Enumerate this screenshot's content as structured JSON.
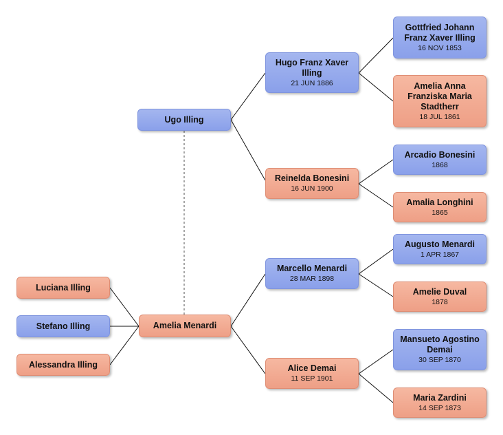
{
  "colors": {
    "male": "#8fa3ea",
    "female": "#f0a78f",
    "line": "#111111",
    "spouse_line": "#777777"
  },
  "people": {
    "ugo": {
      "name": "Ugo Illing",
      "sex": "male"
    },
    "amelia_m": {
      "name": "Amelia Menardi",
      "sex": "female"
    },
    "hugo": {
      "name": "Hugo Franz Xaver Illing",
      "date": "21 JUN 1886",
      "sex": "male"
    },
    "reinelda": {
      "name": "Reinelda Bonesini",
      "date": "16 JUN 1900",
      "sex": "female"
    },
    "marcello": {
      "name": "Marcello Menardi",
      "date": "28 MAR 1898",
      "sex": "male"
    },
    "alice": {
      "name": "Alice Demai",
      "date": "11 SEP 1901",
      "sex": "female"
    },
    "gottfried": {
      "name": "Gottfried Johann Franz  Xaver Illing",
      "date": "16 NOV 1853",
      "sex": "male"
    },
    "amelia_a": {
      "name": "Amelia Anna Franziska Maria Stadtherr",
      "date": "18 JUL 1861",
      "sex": "female"
    },
    "arcadio": {
      "name": "Arcadio Bonesini",
      "date": "1868",
      "sex": "male"
    },
    "amalia": {
      "name": "Amalia Longhini",
      "date": "1865",
      "sex": "female"
    },
    "augusto": {
      "name": "Augusto Menardi",
      "date": "1 APR 1867",
      "sex": "male"
    },
    "amelie": {
      "name": "Amelie Duval",
      "date": "1878",
      "sex": "female"
    },
    "mansueto": {
      "name": "Mansueto Agostino Demai",
      "date": "30 SEP 1870",
      "sex": "male"
    },
    "maria": {
      "name": "Maria Zardini",
      "date": "14 SEP 1873",
      "sex": "female"
    },
    "luciana": {
      "name": "Luciana Illing",
      "sex": "female"
    },
    "stefano": {
      "name": "Stefano Illing",
      "sex": "male"
    },
    "alessandra": {
      "name": "Alessandra Illing",
      "sex": "female"
    }
  }
}
